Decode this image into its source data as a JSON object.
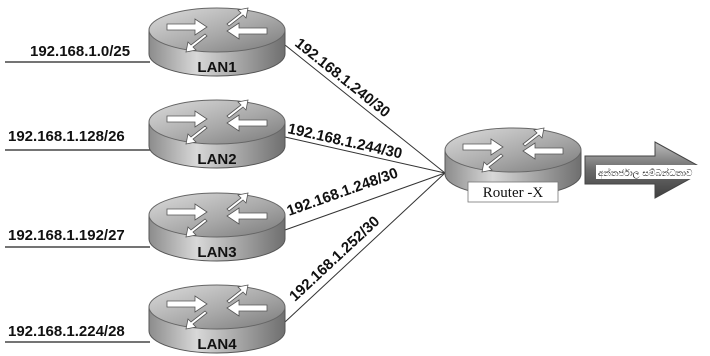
{
  "lan_routers": [
    {
      "name": "LAN1",
      "subnet": "192.168.1.0/25",
      "link": "192.168.1.240/30"
    },
    {
      "name": "LAN2",
      "subnet": "192.168.1.128/26",
      "link": "192.168.1.244/30"
    },
    {
      "name": "LAN3",
      "subnet": "192.168.1.192/27",
      "link": "192.168.1.248/30"
    },
    {
      "name": "LAN4",
      "subnet": "192.168.1.224/28",
      "link": "192.168.1.252/30"
    }
  ],
  "core_router": {
    "name": "Router -X"
  },
  "uplink": {
    "label": "අන්තර්ජාල සම්බන්ධතාව"
  }
}
